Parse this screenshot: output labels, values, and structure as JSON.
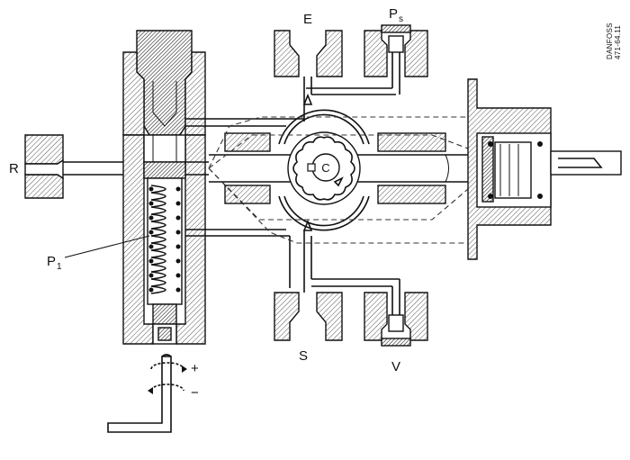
{
  "labels": {
    "E": "E",
    "Ps_main": "P",
    "Ps_sub": "s",
    "R": "R",
    "P1_main": "P",
    "P1_sub": "1",
    "S": "S",
    "V": "V",
    "C": "C",
    "plus": "+",
    "minus": "−"
  },
  "brand": {
    "name": "DANFOSS",
    "code": "471-64.11"
  }
}
